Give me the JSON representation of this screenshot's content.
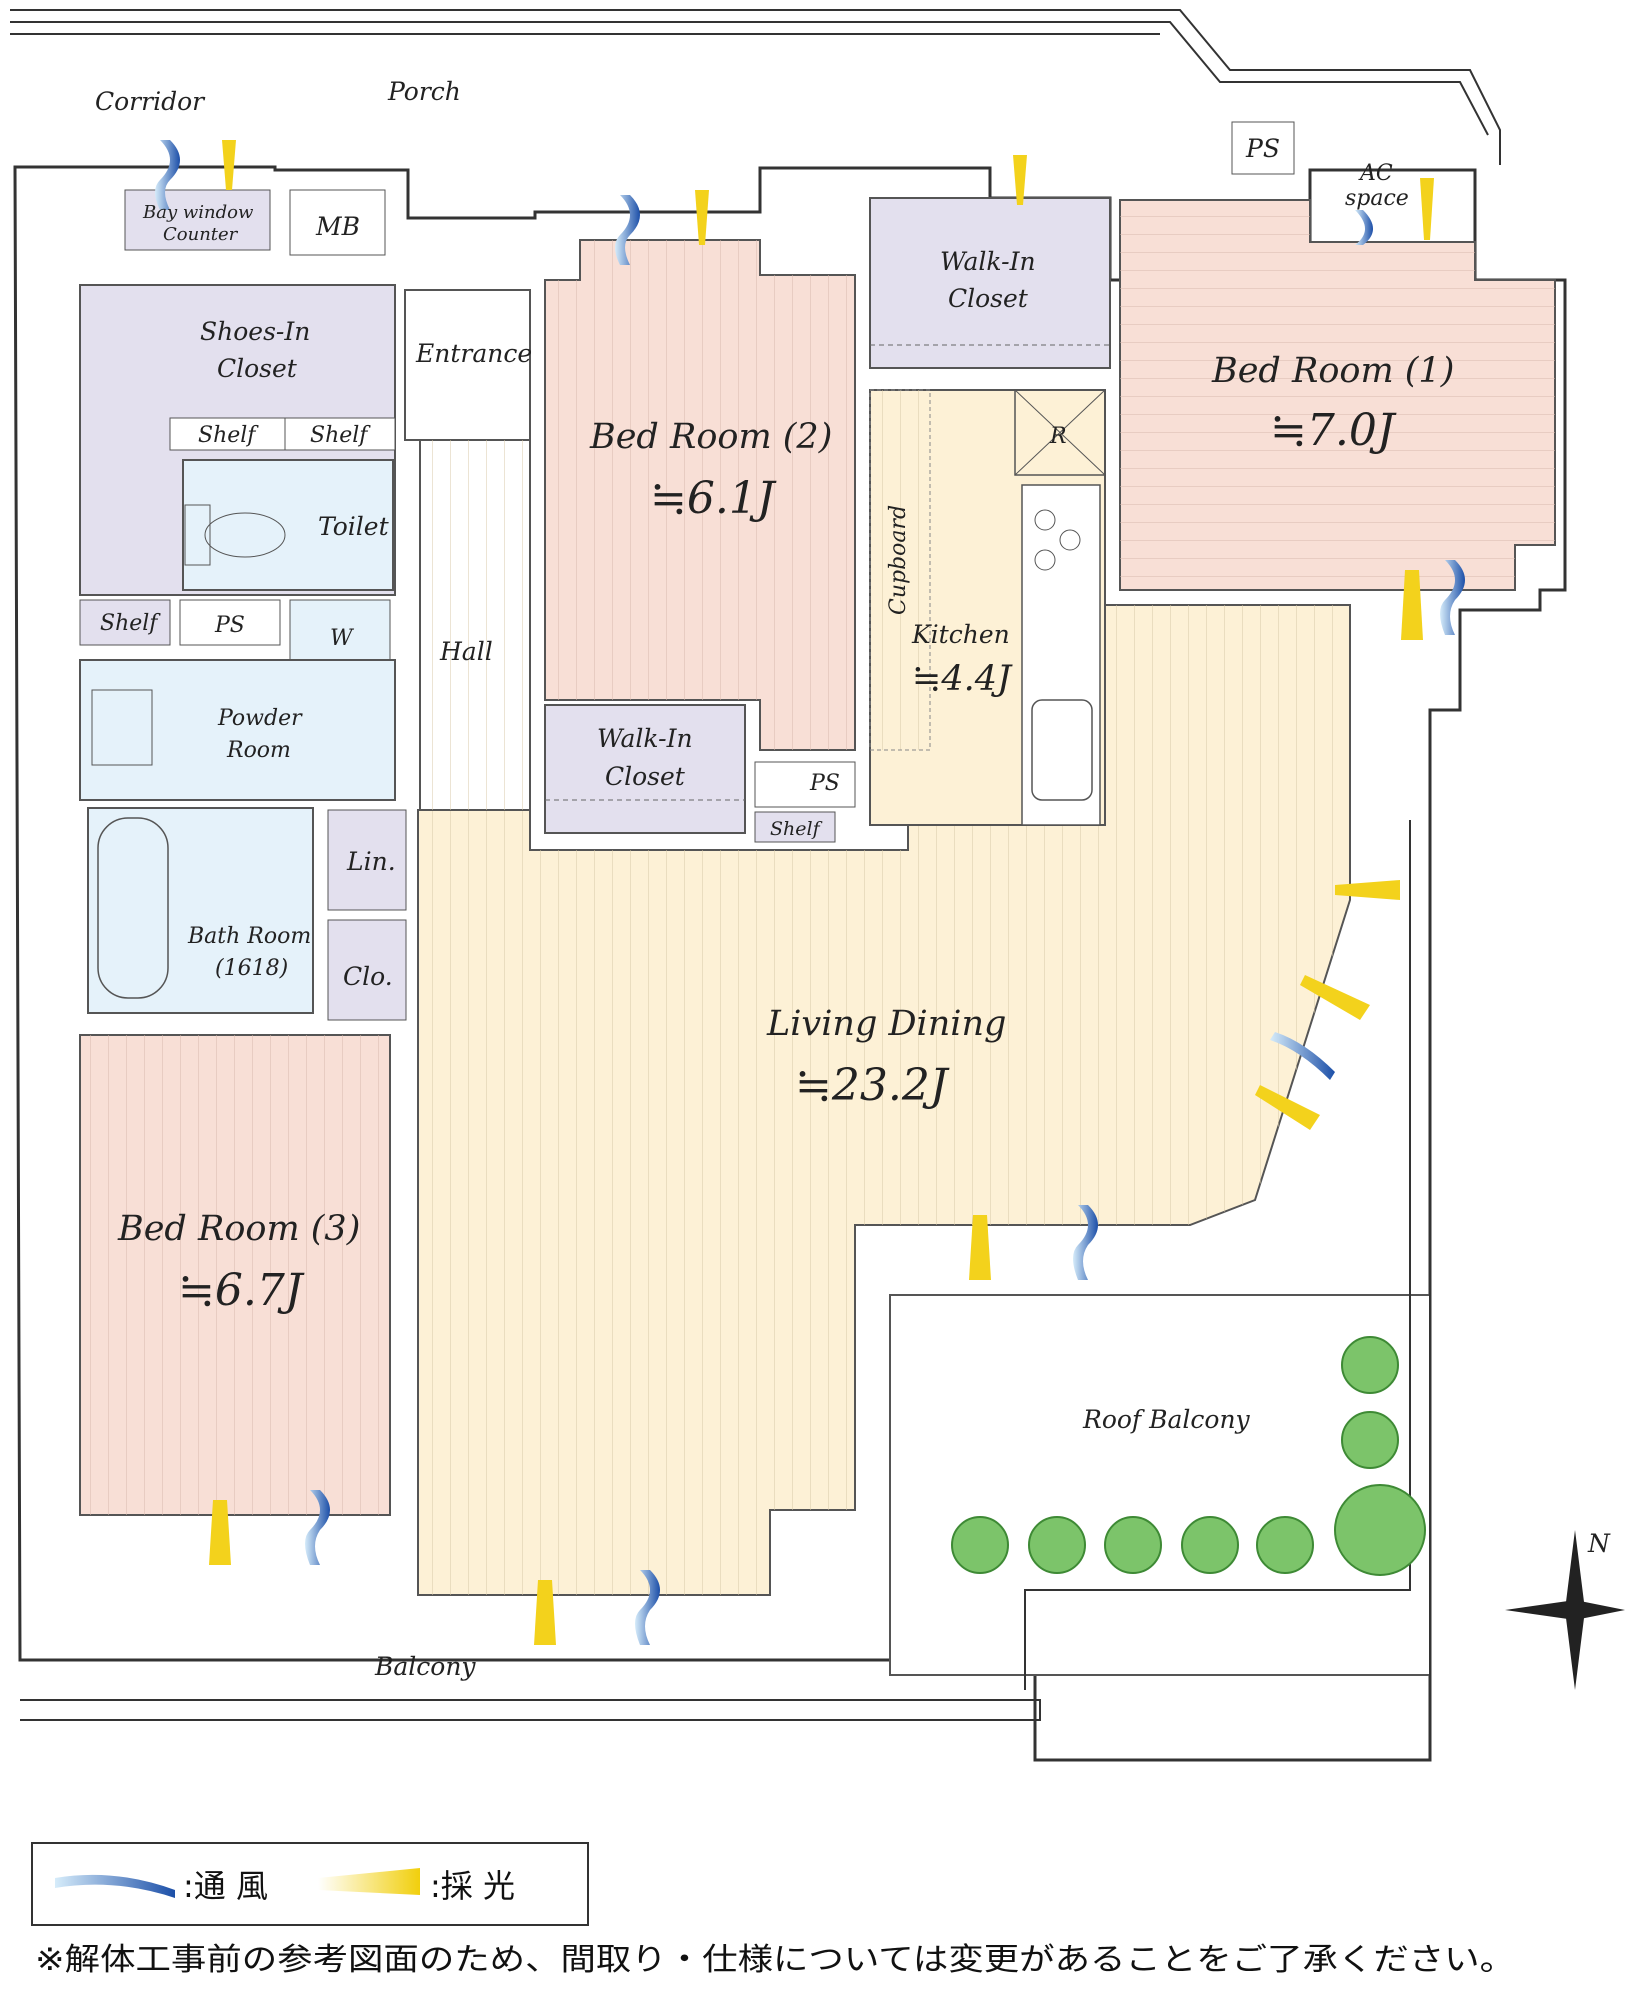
{
  "labels": {
    "corridor": "Corridor",
    "porch": "Porch",
    "bay_window_1": "Bay window",
    "bay_window_2": "Counter",
    "mb": "MB",
    "ps_top": "PS",
    "ac_1": "AC",
    "ac_2": "space",
    "shoes_1": "Shoes-In",
    "shoes_2": "Closet",
    "shelf_1": "Shelf",
    "shelf_2": "Shelf",
    "shelf_3": "Shelf",
    "shelf_4": "Shelf",
    "toilet": "Toilet",
    "ps_left": "PS",
    "w": "W",
    "powder_1": "Powder",
    "powder_2": "Room",
    "bath_1": "Bath Room",
    "bath_2": "(1618)",
    "lin": "Lin.",
    "clo": "Clo.",
    "entrance": "Entrance",
    "hall": "Hall",
    "bed2_name": "Bed Room (2)",
    "bed2_size": "≒6.1J",
    "wic_upper_1": "Walk-In",
    "wic_upper_2": "Closet",
    "wic_lower_1": "Walk-In",
    "wic_lower_2": "Closet",
    "ps_mid": "PS",
    "refrigerator": "R",
    "cupboard": "Cupboard",
    "kitchen_name": "Kitchen",
    "kitchen_size": "≒4.4J",
    "bed1_name": "Bed Room (1)",
    "bed1_size": "≒7.0J",
    "living_name": "Living Dining",
    "living_size": "≒23.2J",
    "bed3_name": "Bed Room (3)",
    "bed3_size": "≒6.7J",
    "roof_balcony": "Roof Balcony",
    "balcony": "Balcony",
    "north": "N"
  },
  "legend": {
    "ventilation": ":通 風",
    "daylight": ":採 光"
  },
  "footnote": "※解体工事前の参考図面のため、間取り・仕様については変更があることをご了承ください。",
  "colors": {
    "living_floor": "#fdf1d6",
    "bedroom_floor": "#f8dfd6",
    "closet": "#e3e0ee",
    "wet_area": "#e5f2fa",
    "tree": "#7cc46a",
    "wind": "#3a6fc0",
    "light": "#f3d21c"
  }
}
